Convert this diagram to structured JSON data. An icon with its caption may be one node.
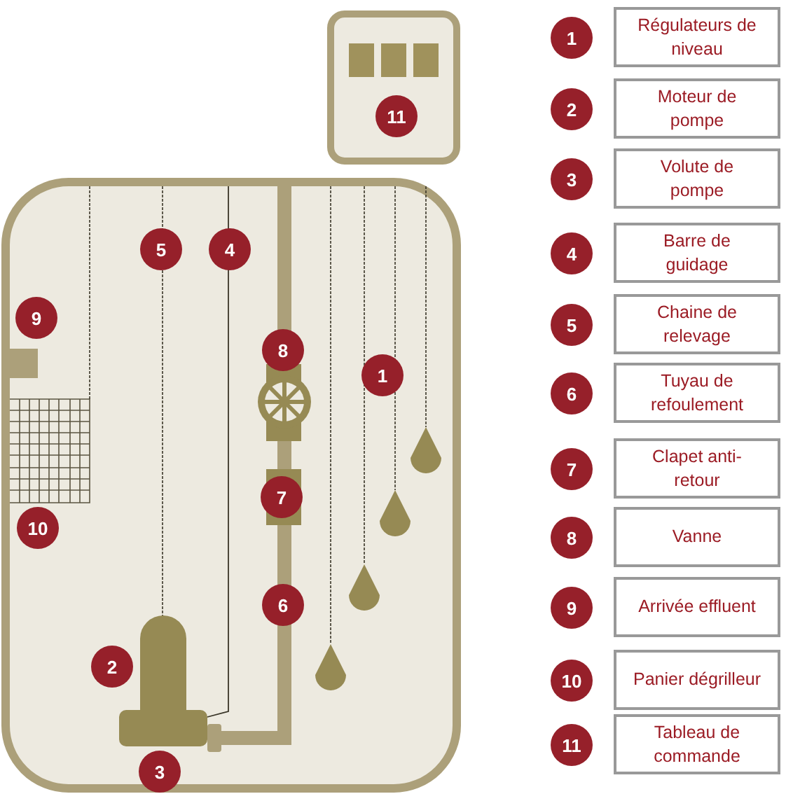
{
  "diagram": {
    "nodes": [
      {
        "text": [
          "11"
        ]
      },
      {
        "text": [
          "5"
        ]
      },
      {
        "text": [
          "4"
        ]
      },
      {
        "text": [
          "9"
        ]
      },
      {
        "text": [
          "8"
        ]
      },
      {
        "text": [
          "1"
        ]
      },
      {
        "text": [
          "7"
        ]
      },
      {
        "text": [
          "10"
        ]
      },
      {
        "text": [
          "6"
        ]
      },
      {
        "text": [
          "2"
        ]
      },
      {
        "text": [
          "3"
        ]
      },
      {
        "text": [
          "1"
        ]
      },
      {
        "text": [
          "Régulateurs de niveau"
        ]
      },
      {
        "text": [
          "2"
        ]
      },
      {
        "text": [
          "Moteur de pompe"
        ]
      },
      {
        "text": [
          "3"
        ]
      },
      {
        "text": [
          "Volute de pompe"
        ]
      },
      {
        "text": [
          "4"
        ]
      },
      {
        "text": [
          "Barre de guidage"
        ]
      },
      {
        "text": [
          "5"
        ]
      },
      {
        "text": [
          "Chaine de relevage"
        ]
      },
      {
        "text": [
          "6"
        ]
      },
      {
        "text": [
          "Tuyau de refoulement"
        ]
      },
      {
        "text": [
          "7"
        ]
      },
      {
        "text": [
          "Clapet anti-retour"
        ]
      },
      {
        "text": [
          "8"
        ]
      },
      {
        "text": [
          "Vanne"
        ]
      },
      {
        "text": [
          "9"
        ]
      },
      {
        "text": [
          "Arrivée effluent"
        ]
      },
      {
        "text": [
          "10"
        ]
      },
      {
        "text": [
          "Panier dégrilleur"
        ]
      },
      {
        "text": [
          "11"
        ]
      },
      {
        "text": [
          "Tableau de commande"
        ]
      }
    ]
  }
}
